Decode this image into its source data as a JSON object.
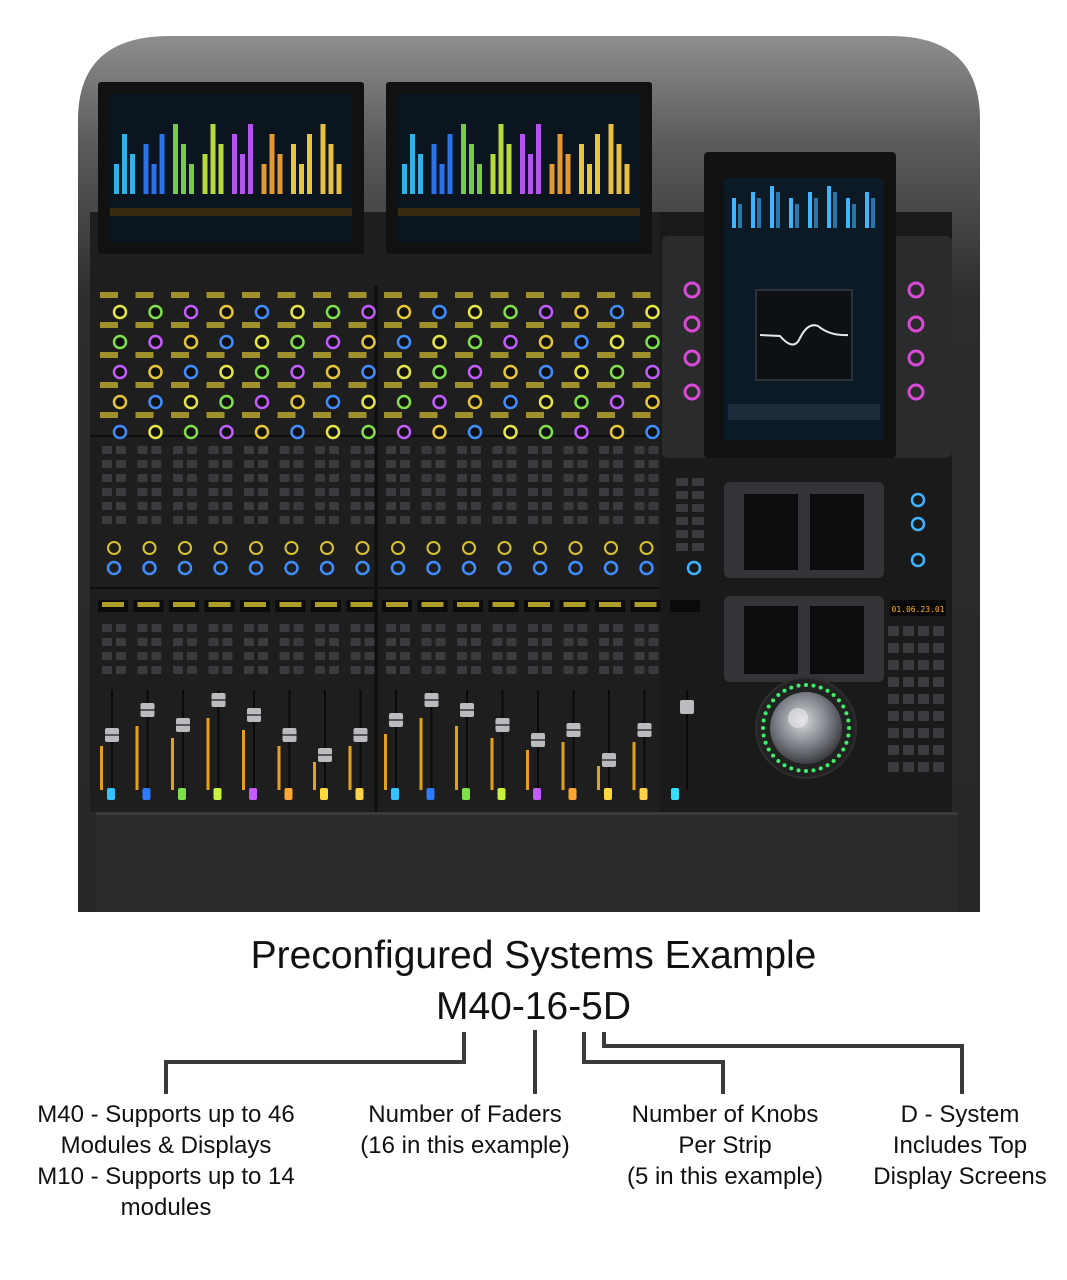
{
  "title": "Preconfigured Systems Example",
  "model_code": "M40-16-5D",
  "descriptions": {
    "model": "M40 - Supports up to 46\nModules & Displays\nM10 - Supports up to 14\nmodules",
    "faders": "Number of Faders\n(16 in this example)",
    "knobs": "Number of Knobs\nPer Strip\n(5 in this example)",
    "display": "D - System\nIncludes Top\nDisplay Screens"
  },
  "console": {
    "timecode": "01.06.23.01",
    "fader_count": 16,
    "knobs_per_strip": 5,
    "top_display_count": 2,
    "strip_colors": [
      "#35c3ff",
      "#2f7bff",
      "#7ee04a",
      "#c8f03c",
      "#c35bff",
      "#ffa531",
      "#ffd93b",
      "#ffd24a"
    ],
    "fader_levels": [
      0.55,
      0.8,
      0.65,
      0.9,
      0.75,
      0.55,
      0.35,
      0.55,
      0.7,
      0.9,
      0.8,
      0.65,
      0.5,
      0.6,
      0.3,
      0.6
    ]
  }
}
